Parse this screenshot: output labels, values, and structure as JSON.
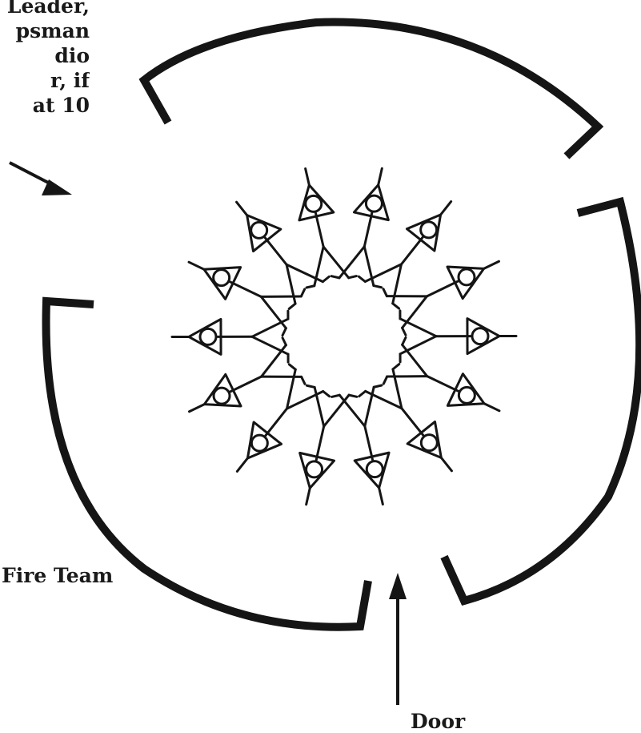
{
  "labels": {
    "leader_lines": [
      "Leader,",
      "psman",
      "dio",
      "r, if",
      "at 10"
    ],
    "fire_team": "Fire Team",
    "door": "Door"
  },
  "figure_count": 14
}
